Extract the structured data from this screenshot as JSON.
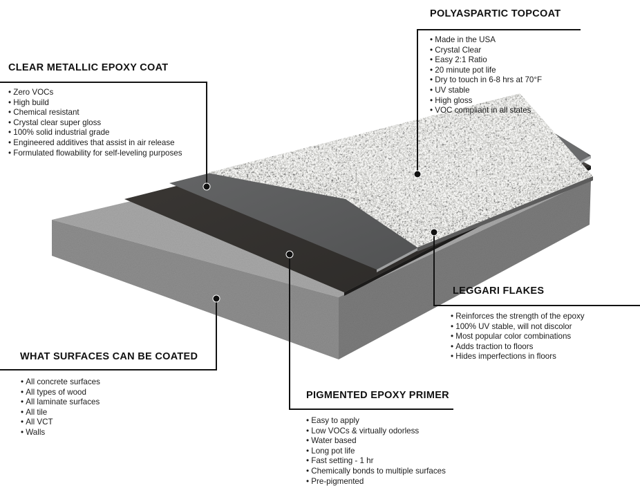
{
  "callouts": {
    "topcoat": {
      "title": "POLYASPARTIC TOPCOAT",
      "items": [
        "Made in the USA",
        "Crystal Clear",
        "Easy 2:1 Ratio",
        "20 minute pot life",
        "Dry to touch in 6-8 hrs at 70°F",
        "UV stable",
        "High gloss",
        "VOC compliant in all states"
      ]
    },
    "metallic": {
      "title": "CLEAR METALLIC EPOXY COAT",
      "items": [
        "Zero VOCs",
        "High build",
        "Chemical resistant",
        "Crystal clear super gloss",
        "100% solid industrial grade",
        "Engineered additives that assist in air release",
        "Formulated flowability for self-leveling purposes"
      ]
    },
    "flakes": {
      "title": "LEGGARI FLAKES",
      "items": [
        "Reinforces the strength of the epoxy",
        "100% UV stable, will not discolor",
        "Most popular color combinations",
        "Adds traction to floors",
        "Hides imperfections in floors"
      ]
    },
    "surfaces": {
      "title": "WHAT SURFACES CAN BE COATED",
      "items": [
        "All concrete surfaces",
        "All types of wood",
        "All laminate surfaces",
        "All tile",
        "All VCT",
        "Walls"
      ]
    },
    "primer": {
      "title": "PIGMENTED EPOXY PRIMER",
      "items": [
        "Easy to apply",
        "Low VOCs & virtually odorless",
        "Water based",
        "Long pot life",
        "Fast setting - 1 hr",
        "Chemically bonds to multiple surfaces",
        "Pre-pigmented"
      ]
    }
  }
}
